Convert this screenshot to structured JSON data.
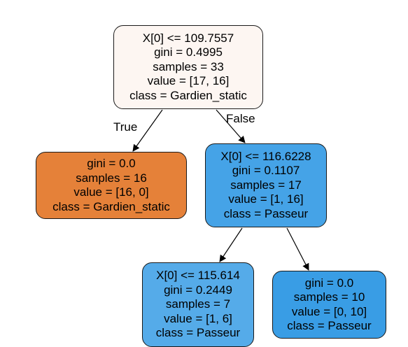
{
  "nodes": [
    {
      "id": "root",
      "fill": "#fdf6f2",
      "lines": [
        "X[0] <= 109.7557",
        "gini = 0.4995",
        "samples = 33",
        "value = [17, 16]",
        "class = Gardien_static"
      ]
    },
    {
      "id": "left-leaf",
      "fill": "#e58139",
      "lines": [
        "gini = 0.0",
        "samples = 16",
        "value = [16, 0]",
        "class = Gardien_static"
      ]
    },
    {
      "id": "right-split",
      "fill": "#45a3e7",
      "lines": [
        "X[0] <= 116.6228",
        "gini = 0.1107",
        "samples = 17",
        "value = [1, 16]",
        "class = Passeur"
      ]
    },
    {
      "id": "right-left-split",
      "fill": "#55abe9",
      "lines": [
        "X[0] <= 115.614",
        "gini = 0.2449",
        "samples = 7",
        "value = [1, 6]",
        "class = Passeur"
      ]
    },
    {
      "id": "right-right-leaf",
      "fill": "#399de5",
      "lines": [
        "gini = 0.0",
        "samples = 10",
        "value = [0, 10]",
        "class = Passeur"
      ]
    }
  ],
  "edge_labels": {
    "true_label": "True",
    "false_label": "False"
  },
  "colors": {
    "class_gardien_static": "#e58139",
    "class_passeur": "#399de5",
    "edge_stroke": "#000000",
    "node_border": "#1a1a1a"
  }
}
